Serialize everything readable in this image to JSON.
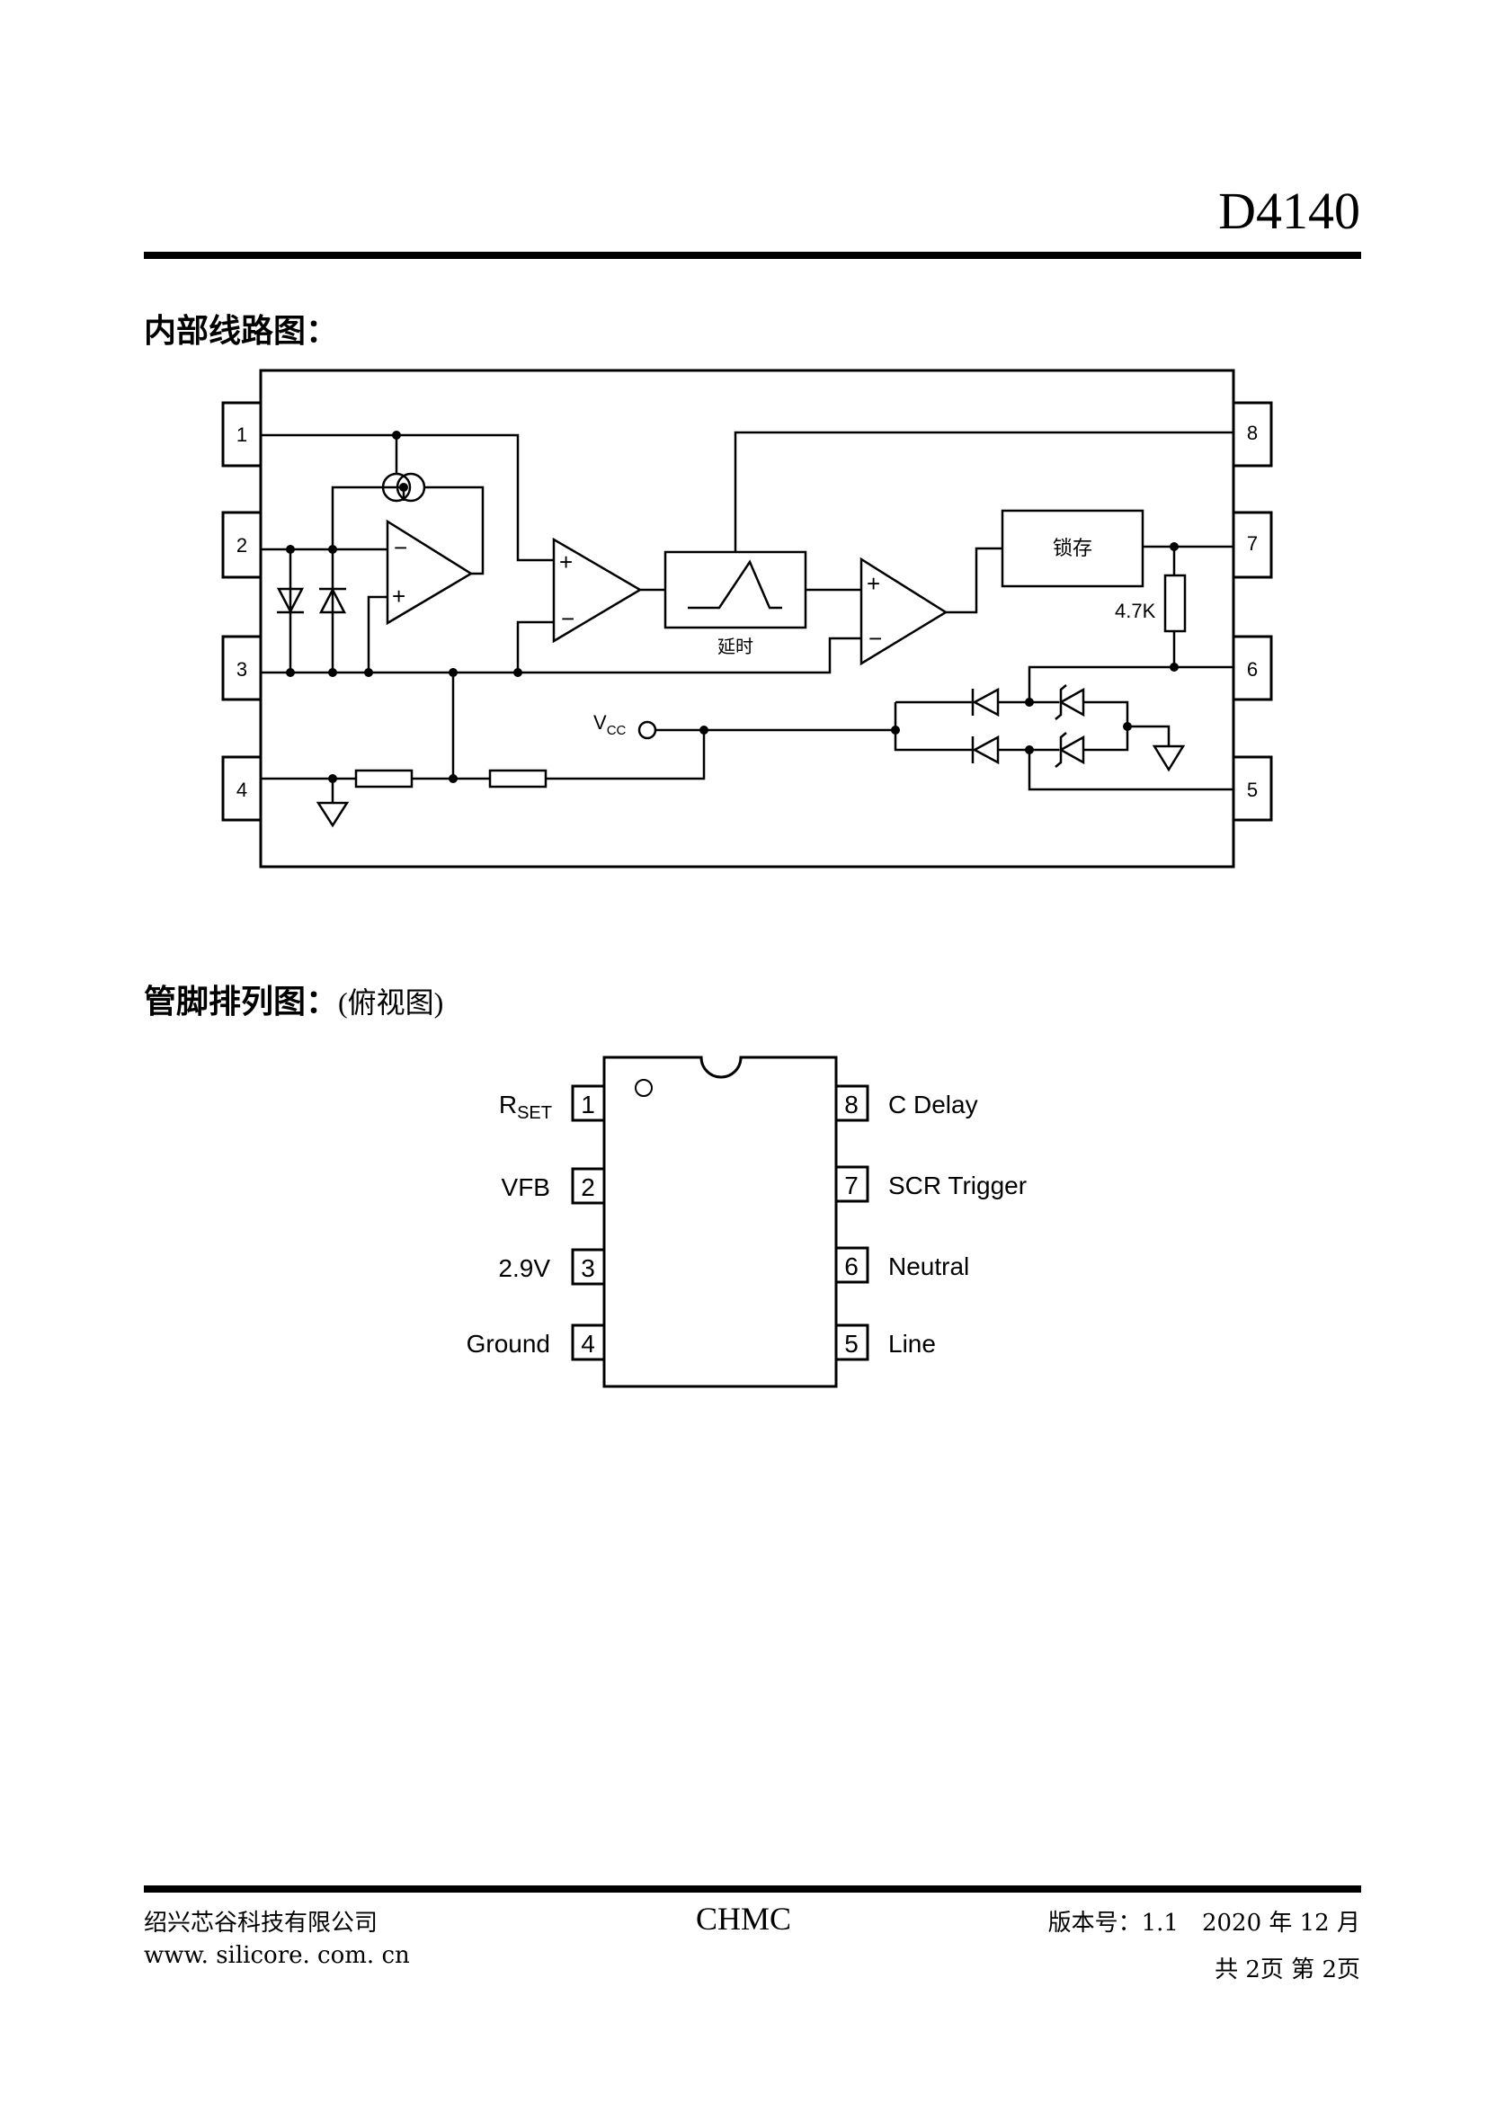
{
  "header": {
    "title": "D4140"
  },
  "sections": {
    "internal_circuit": "内部线路图：",
    "pinout": "管脚排列图：",
    "pinout_note": "(俯视图)"
  },
  "circuit": {
    "pins": [
      "1",
      "2",
      "3",
      "4",
      "8",
      "7",
      "6",
      "5"
    ],
    "opamp_minus": "−",
    "opamp_plus": "+",
    "comp_plus": "+",
    "comp_minus": "−",
    "delay_label": "延时",
    "latch_label": "锁存",
    "resistor_label": "4.7K",
    "vcc_main": "V",
    "vcc_sub": "CC"
  },
  "package": {
    "left_pins": [
      {
        "num": "1",
        "name": "R",
        "sub": "SET"
      },
      {
        "num": "2",
        "name": "VFB",
        "sub": ""
      },
      {
        "num": "3",
        "name": "2.9V",
        "sub": ""
      },
      {
        "num": "4",
        "name": "Ground",
        "sub": ""
      }
    ],
    "right_pins": [
      {
        "num": "8",
        "name": "C Delay"
      },
      {
        "num": "7",
        "name": "SCR Trigger"
      },
      {
        "num": "6",
        "name": "Neutral"
      },
      {
        "num": "5",
        "name": "Line"
      }
    ]
  },
  "footer": {
    "company": "绍兴芯谷科技有限公司",
    "website": "www. silicore. com. cn",
    "brand": "CHMC",
    "version": "版本号：1.1　2020 年 12 月",
    "pages": "共 2页  第 2页"
  }
}
